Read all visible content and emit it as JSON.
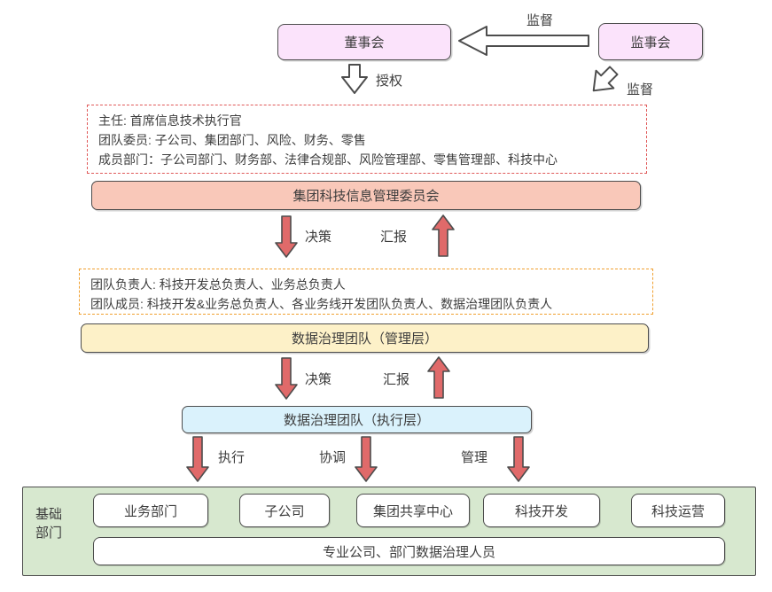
{
  "colors": {
    "pink_box": "#fbe3fb",
    "salmon_box": "#f9c8b9",
    "yellow_box": "#fdf1c8",
    "blue_box": "#daf2fc",
    "green_panel": "#d7e8cf",
    "arrow_red": "#e06a6a",
    "dashed_red": "#e05a5a",
    "dashed_orange": "#f0a030",
    "border_dark": "#4d4d4d"
  },
  "top": {
    "board_label": "董事会",
    "supervisory_label": "监事会",
    "supervise_top_label": "监督",
    "authorize_label": "授权",
    "supervise_side_label": "监督"
  },
  "committee_note": {
    "line1": "主任: 首席信息技术执行官",
    "line2": "团队委员: 子公司、集团部门、风险、财务、零售",
    "line3": "成员部门：子公司部门、财务部、法律合规部、风险管理部、零售管理部、科技中心"
  },
  "committee_box_label": "集团科技信息管理委员会",
  "flow_committee": {
    "down_label": "决策",
    "up_label": "汇报"
  },
  "mgmt_note": {
    "line1": "团队负责人: 科技开发总负责人、业务总负责人",
    "line2": "团队成员: 科技开发&业务总负责人、各业务线开发团队负责人、数据治理团队负责人"
  },
  "mgmt_box_label": "数据治理团队（管理层）",
  "flow_mgmt": {
    "down_label": "决策",
    "up_label": "汇报"
  },
  "exec_box_label": "数据治理团队（执行层）",
  "flow_exec": {
    "labels": [
      "执行",
      "协调",
      "管理"
    ]
  },
  "base": {
    "label": "基础部门",
    "departments": [
      "业务部门",
      "子公司",
      "集团共享中心",
      "科技开发",
      "科技运营"
    ],
    "staff_label": "专业公司、部门数据治理人员"
  }
}
